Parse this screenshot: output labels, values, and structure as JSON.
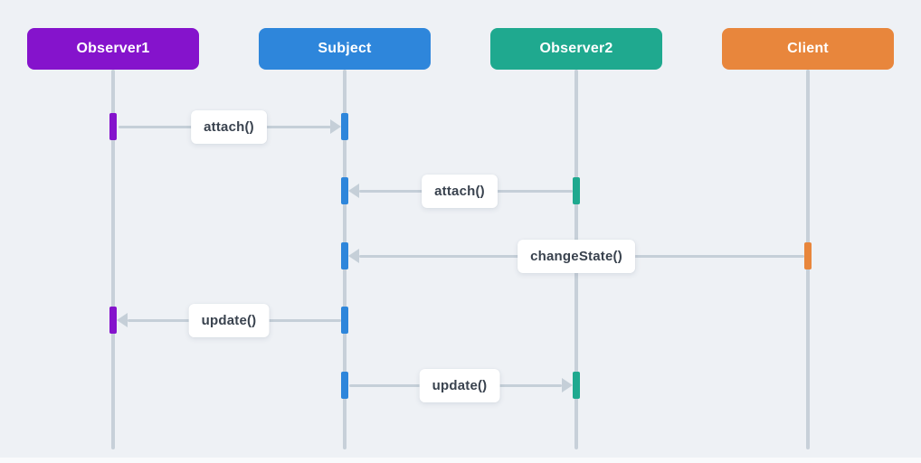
{
  "diagram": {
    "type": "uml-sequence-diagram",
    "pattern": "Observer",
    "background_color": "#eef1f5",
    "line_color": "#c5cfd8",
    "label_text_color": "#39424e",
    "participants": [
      {
        "id": "observer1",
        "label": "Observer1",
        "color": "#8513cc"
      },
      {
        "id": "subject",
        "label": "Subject",
        "color": "#2e86db"
      },
      {
        "id": "observer2",
        "label": "Observer2",
        "color": "#1fa98f"
      },
      {
        "id": "client",
        "label": "Client",
        "color": "#e8863c"
      }
    ],
    "messages": [
      {
        "from": "Observer1",
        "to": "Subject",
        "label": "attach()"
      },
      {
        "from": "Observer2",
        "to": "Subject",
        "label": "attach()"
      },
      {
        "from": "Client",
        "to": "Subject",
        "label": "changeState()"
      },
      {
        "from": "Subject",
        "to": "Observer1",
        "label": "update()"
      },
      {
        "from": "Subject",
        "to": "Observer2",
        "label": "update()"
      }
    ]
  }
}
